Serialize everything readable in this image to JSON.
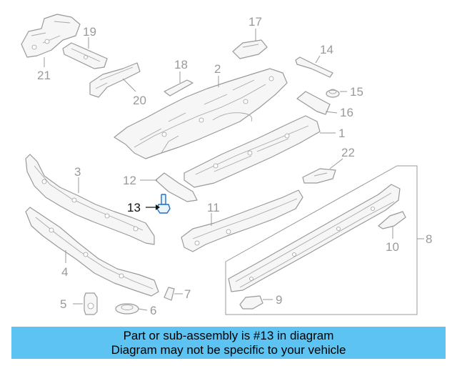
{
  "callouts": {
    "c1": "1",
    "c2": "2",
    "c3": "3",
    "c4": "4",
    "c5": "5",
    "c6": "6",
    "c7": "7",
    "c8": "8",
    "c9": "9",
    "c10": "10",
    "c11": "11",
    "c12": "12",
    "c13": "13",
    "c14": "14",
    "c15": "15",
    "c16": "16",
    "c17": "17",
    "c18": "18",
    "c19": "19",
    "c20": "20",
    "c21": "21",
    "c22": "22"
  },
  "highlighted_part": "13",
  "caption": {
    "line1": "Part or sub-assembly is #13 in diagram",
    "line2": "Diagram may not be specific to your vehicle"
  },
  "colors": {
    "caption_background": "#5cc3f3",
    "line_art": "#9a9a9a",
    "highlight_part": "#1f6fc9",
    "highlight_label": "#111111"
  }
}
